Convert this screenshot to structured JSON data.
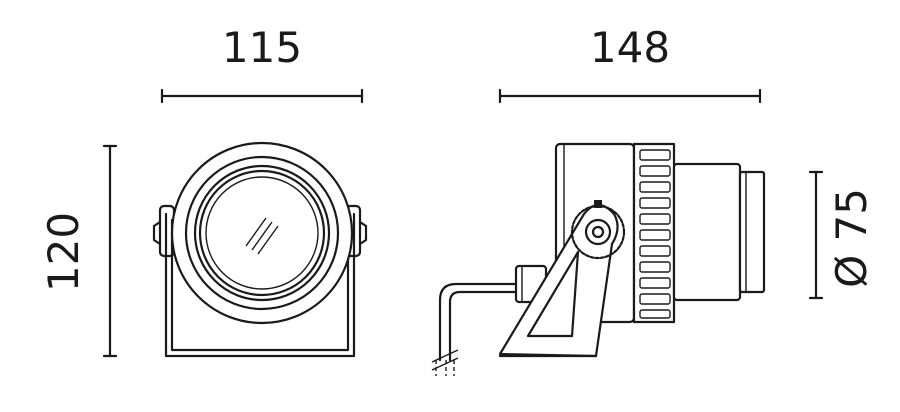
{
  "dimensions": {
    "width": "115",
    "height": "120",
    "length": "148",
    "diameter": "Ø 75"
  },
  "colors": {
    "line": "#1a1a1a",
    "background": "#ffffff"
  }
}
